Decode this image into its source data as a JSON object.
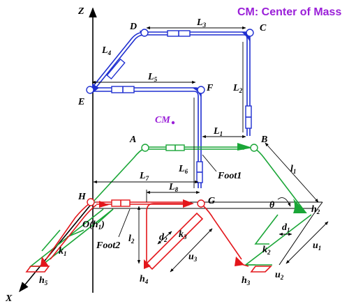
{
  "legend": "CM: Center of Mass",
  "colors": {
    "trunk": "#1f2fd0",
    "foot1": "#1aa637",
    "foot2": "#e3161b",
    "accent": "#9a1fd8",
    "axis": "#000000"
  },
  "axes": {
    "z": "Z",
    "x": "X"
  },
  "points": {
    "A": "A",
    "B": "B",
    "C": "C",
    "D": "D",
    "E": "E",
    "F": "F",
    "G": "G",
    "H": "H",
    "CM": "CM",
    "O": "O(h",
    "O_sub": "1",
    "O_close": ")"
  },
  "links": {
    "L": "L",
    "L1": "1",
    "L2": "2",
    "L3": "3",
    "L4": "4",
    "L5": "5",
    "L6": "6",
    "L7": "7",
    "L8": "8",
    "l": "l",
    "l1": "1",
    "l2": "2"
  },
  "feet": {
    "foot1": "Foot1",
    "foot2": "Foot2"
  },
  "legs": {
    "h": "h",
    "h2": "2",
    "h3": "3",
    "h4": "4",
    "h5": "5",
    "k": "k",
    "k1": "1",
    "k2": "2",
    "k3": "3",
    "d": "d",
    "d1": "1",
    "d2": "2",
    "u": "u",
    "u1": "1",
    "u2": "2",
    "u3": "3"
  },
  "angle": "θ"
}
